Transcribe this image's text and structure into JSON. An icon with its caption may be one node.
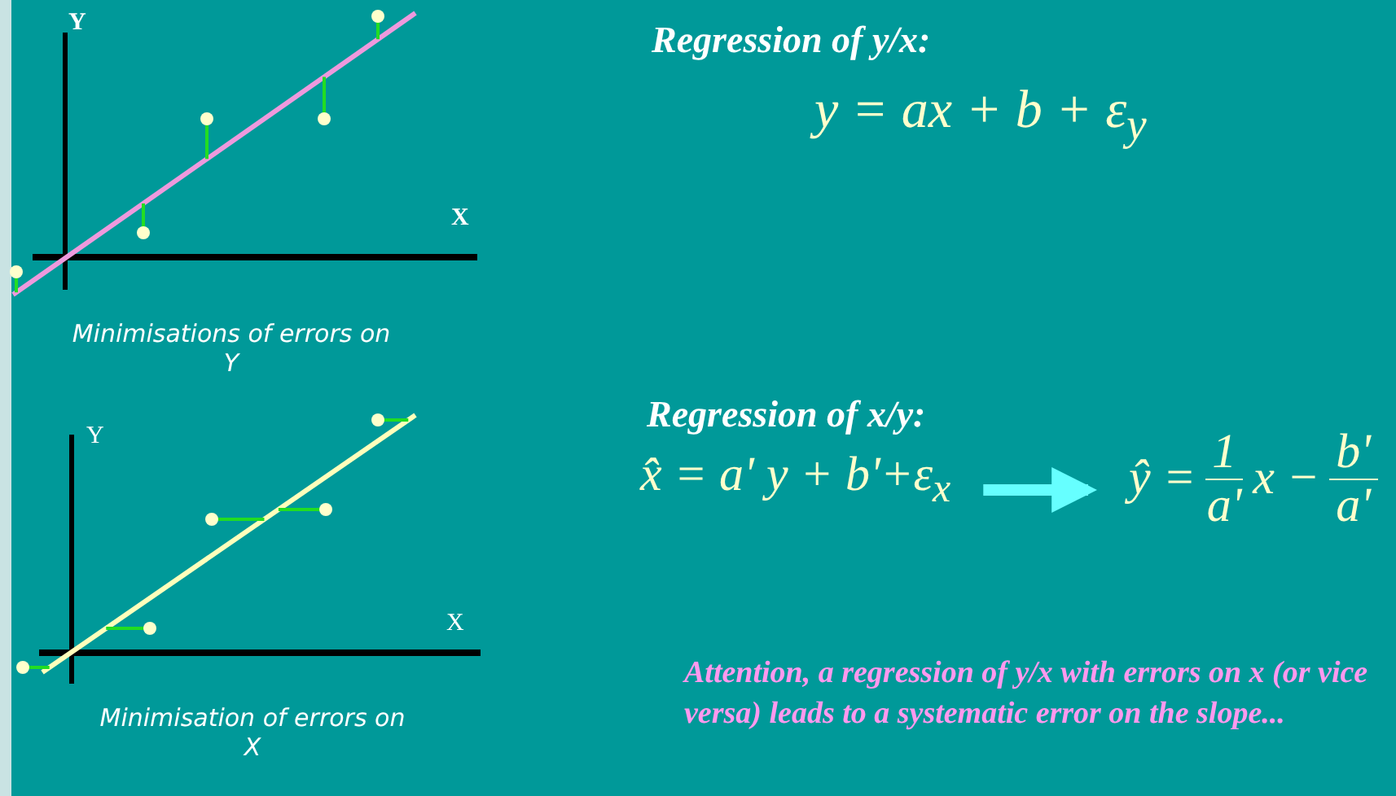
{
  "diagram": {
    "nodes": [
      {
        "text": [
          "x̂ = a' y + b'+ε$_{x}$"
        ]
      },
      {
        "text": [
          "ŷ =",
          "1",
          "a'",
          "x −",
          "b'",
          "a'"
        ]
      }
    ],
    "edges": [
      {
        "from": 0,
        "to": 1,
        "arrow": "to"
      }
    ],
    "labels": [
      "Y",
      "Regression of y/x:",
      "y = ax + b + ε$_{y}$",
      "X",
      "Minimisations of errors on Y",
      "Y",
      "Regression of x/y:",
      "X",
      "Minimisation of errors on X",
      "Attention, a regression of y/x with errors on x (or vice versa) leads to a systematic error on the slope..."
    ]
  }
}
